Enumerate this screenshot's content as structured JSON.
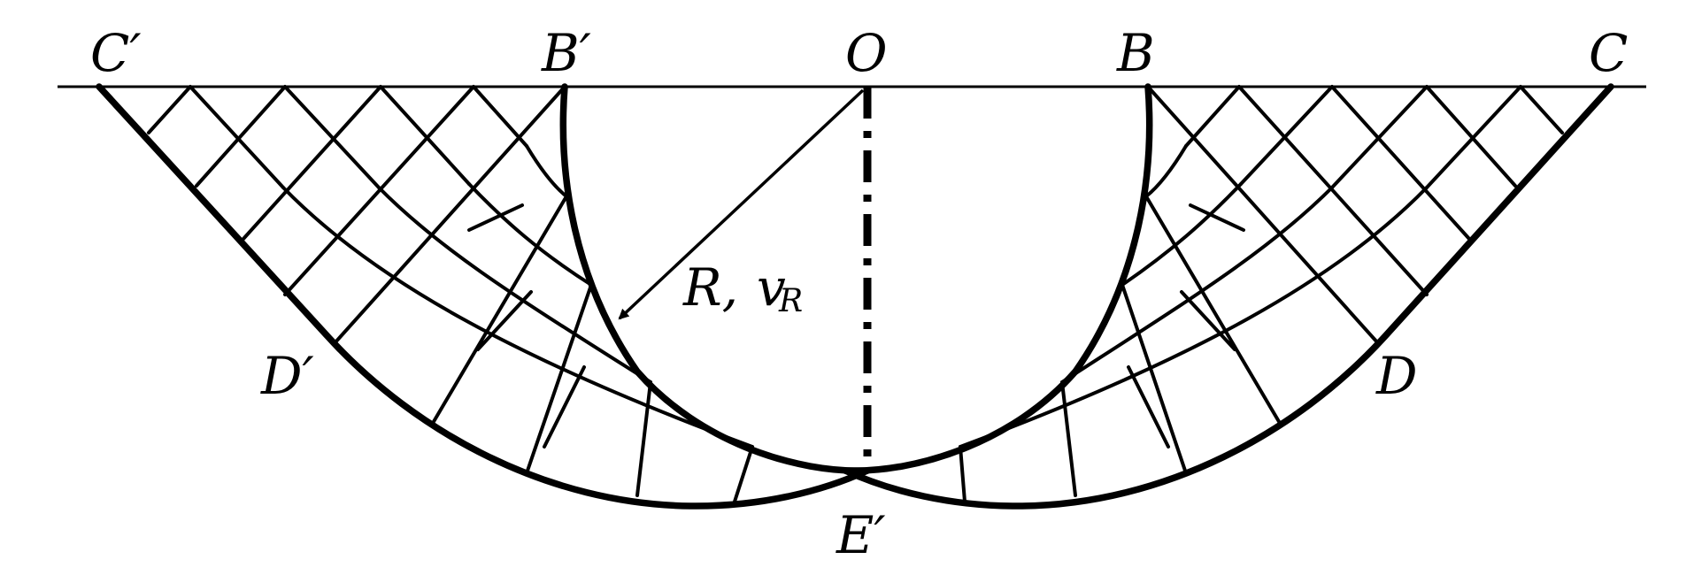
{
  "labels": {
    "c_prime": "C′",
    "b_prime": "B′",
    "o": "O",
    "b": "B",
    "c": "C",
    "d_prime": "D′",
    "d": "D",
    "e_prime": "E′",
    "radius_r": "R,",
    "velocity_v": "v",
    "velocity_sub": "R"
  },
  "colors": {
    "ink": "#000000",
    "background": "#ffffff"
  }
}
